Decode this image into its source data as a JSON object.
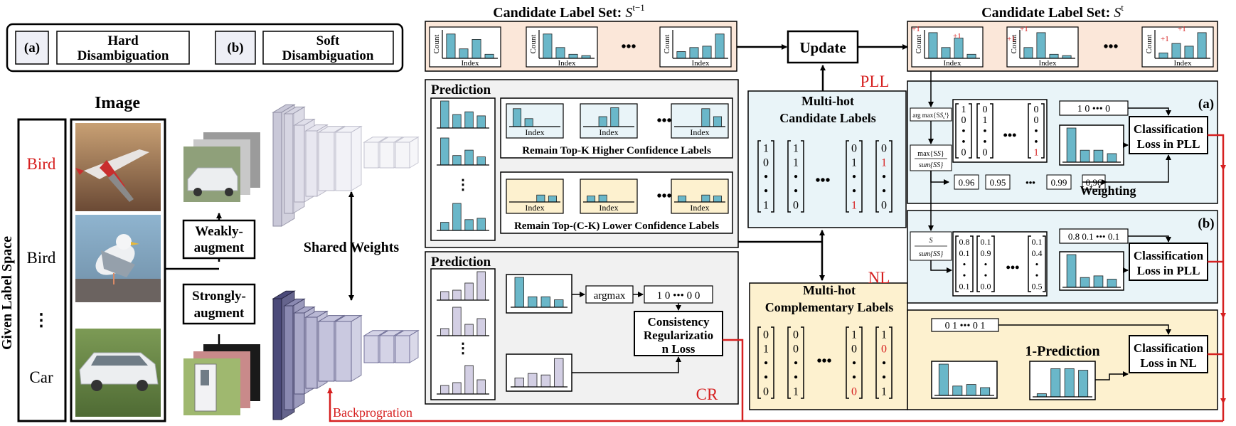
{
  "legend": {
    "a_tag": "(a)",
    "a_text_1": "Hard",
    "a_text_2": "Disambiguation",
    "b_tag": "(b)",
    "b_text_1": "Soft",
    "b_text_2": "Disambiguation"
  },
  "image_column": {
    "title": "Image",
    "side_label": "Given Label Space",
    "labels": [
      "Bird",
      "Bird",
      "Car"
    ],
    "ellipsis": "⋮"
  },
  "augment": {
    "weak_1": "Weakly-",
    "weak_2": "augment",
    "strong_1": "Strongly-",
    "strong_2": "augment"
  },
  "network": {
    "shared": "Shared Weights"
  },
  "candidate": {
    "prev_title": "Candidate Label Set: ",
    "prev_sym": "S",
    "prev_sup": "t−1",
    "next_title": "Candidate Label Set: ",
    "next_sym": "S",
    "next_sup": "t",
    "count": "Count",
    "index": "Index",
    "dots": "•••",
    "plus": "+1"
  },
  "update": "Update",
  "prediction_top": {
    "title": "Prediction",
    "higher": "Remain Top-K Higher Confidence Labels",
    "lower": "Remain Top-(C-K) Lower Confidence Labels",
    "index": "Index"
  },
  "prediction_bottom": {
    "title": "Prediction",
    "argmax": "argmax",
    "onehot": "1  0 ••• 0  0",
    "loss_1": "Consistency",
    "loss_2": "Regularizatio",
    "loss_3": "n Loss",
    "cr": "CR"
  },
  "backprop": "Backprogration",
  "multihot_pll": {
    "tag": "PLL",
    "title_1": "Multi-hot",
    "title_2": "Candidate Labels",
    "v1": [
      "1",
      "0",
      "•",
      "•",
      "1"
    ],
    "v2": [
      "1",
      "1",
      "•",
      "•",
      "0"
    ],
    "v3": [
      "0",
      "1",
      "•",
      "•",
      "1"
    ],
    "v4": [
      "0",
      "1",
      "•",
      "•",
      "0"
    ]
  },
  "multihot_nl": {
    "tag": "NL",
    "title_1": "Multi-hot",
    "title_2": "Complementary Labels",
    "v1": [
      "0",
      "1",
      "•",
      "•",
      "0"
    ],
    "v2": [
      "0",
      "0",
      "•",
      "•",
      "1"
    ],
    "v3": [
      "1",
      "0",
      "•",
      "•",
      "0"
    ],
    "v4": [
      "1",
      "0",
      "•",
      "•",
      "1"
    ]
  },
  "panel_a": {
    "tag": "(a)",
    "argmax": "arg max{S",
    "max": "max{S",
    "sum": "sum{S",
    "onehot": "1   0  •••  0",
    "loss_1": "Classification",
    "loss_2": "Loss in PLL",
    "w": [
      "0.96",
      "0.95",
      "•••",
      "0.99"
    ],
    "w_out": "0.96",
    "weighting": "Weighting",
    "cols": [
      [
        "1",
        "0",
        "•",
        "•",
        "0"
      ],
      [
        "0",
        "1",
        "•",
        "•",
        "0"
      ],
      [
        "0",
        "0",
        "•",
        "•",
        "1"
      ]
    ]
  },
  "panel_b": {
    "tag": "(b)",
    "frac_top": "S",
    "frac_bot": "sum{S",
    "soft": "0.8  0.1  •••  0.1",
    "loss_1": "Classification",
    "loss_2": "Loss in PLL",
    "cols": [
      [
        "0.8",
        "0.1",
        "•",
        "•",
        "0.1"
      ],
      [
        "0.1",
        "0.9",
        "•",
        "•",
        "0.0"
      ],
      [
        "0.1",
        "0.4",
        "•",
        "•",
        "0.5"
      ]
    ]
  },
  "panel_nl": {
    "onehot": "0  1  •••  0  1",
    "pred": "1-Prediction",
    "loss_1": "Classification",
    "loss_2": "Loss in NL"
  },
  "colors": {
    "teal": "#6ab7c9",
    "lavender": "#d3cfe4",
    "peach": "#fbe7d9",
    "lightblue": "#e9f4f8",
    "cream": "#fdf1cf",
    "grey": "#f1f1f1",
    "red": "#d62020",
    "dark_net": "#4b4a7a"
  }
}
